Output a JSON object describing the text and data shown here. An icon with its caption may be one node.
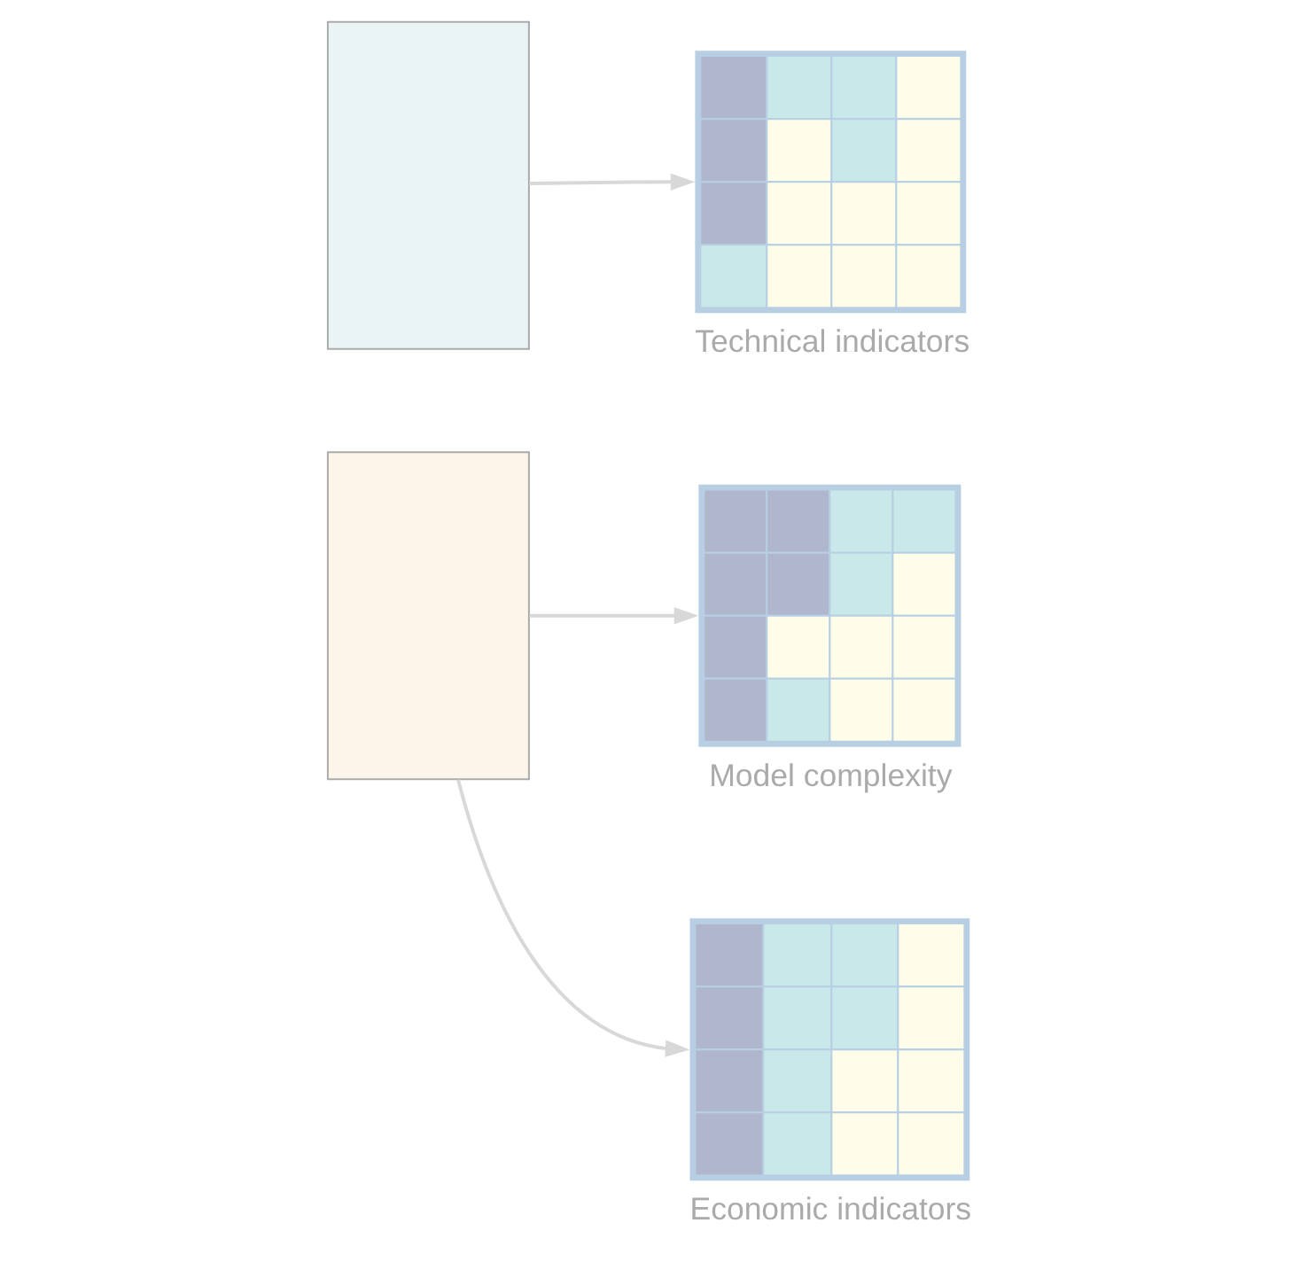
{
  "diagram": {
    "nodes": [
      {
        "text": [],
        "shape": "box"
      },
      {
        "text": [],
        "shape": "box"
      },
      {
        "text": [
          "Technical indicators"
        ]
      },
      {
        "text": [
          "Model complexity"
        ]
      },
      {
        "text": [
          "Economic indicators"
        ]
      }
    ],
    "edges": [
      {
        "from": 0,
        "to": 2,
        "arrow": "to"
      },
      {
        "from": 1,
        "to": 3,
        "arrow": "to"
      },
      {
        "from": 1,
        "to": 4,
        "arrow": "to"
      }
    ]
  }
}
